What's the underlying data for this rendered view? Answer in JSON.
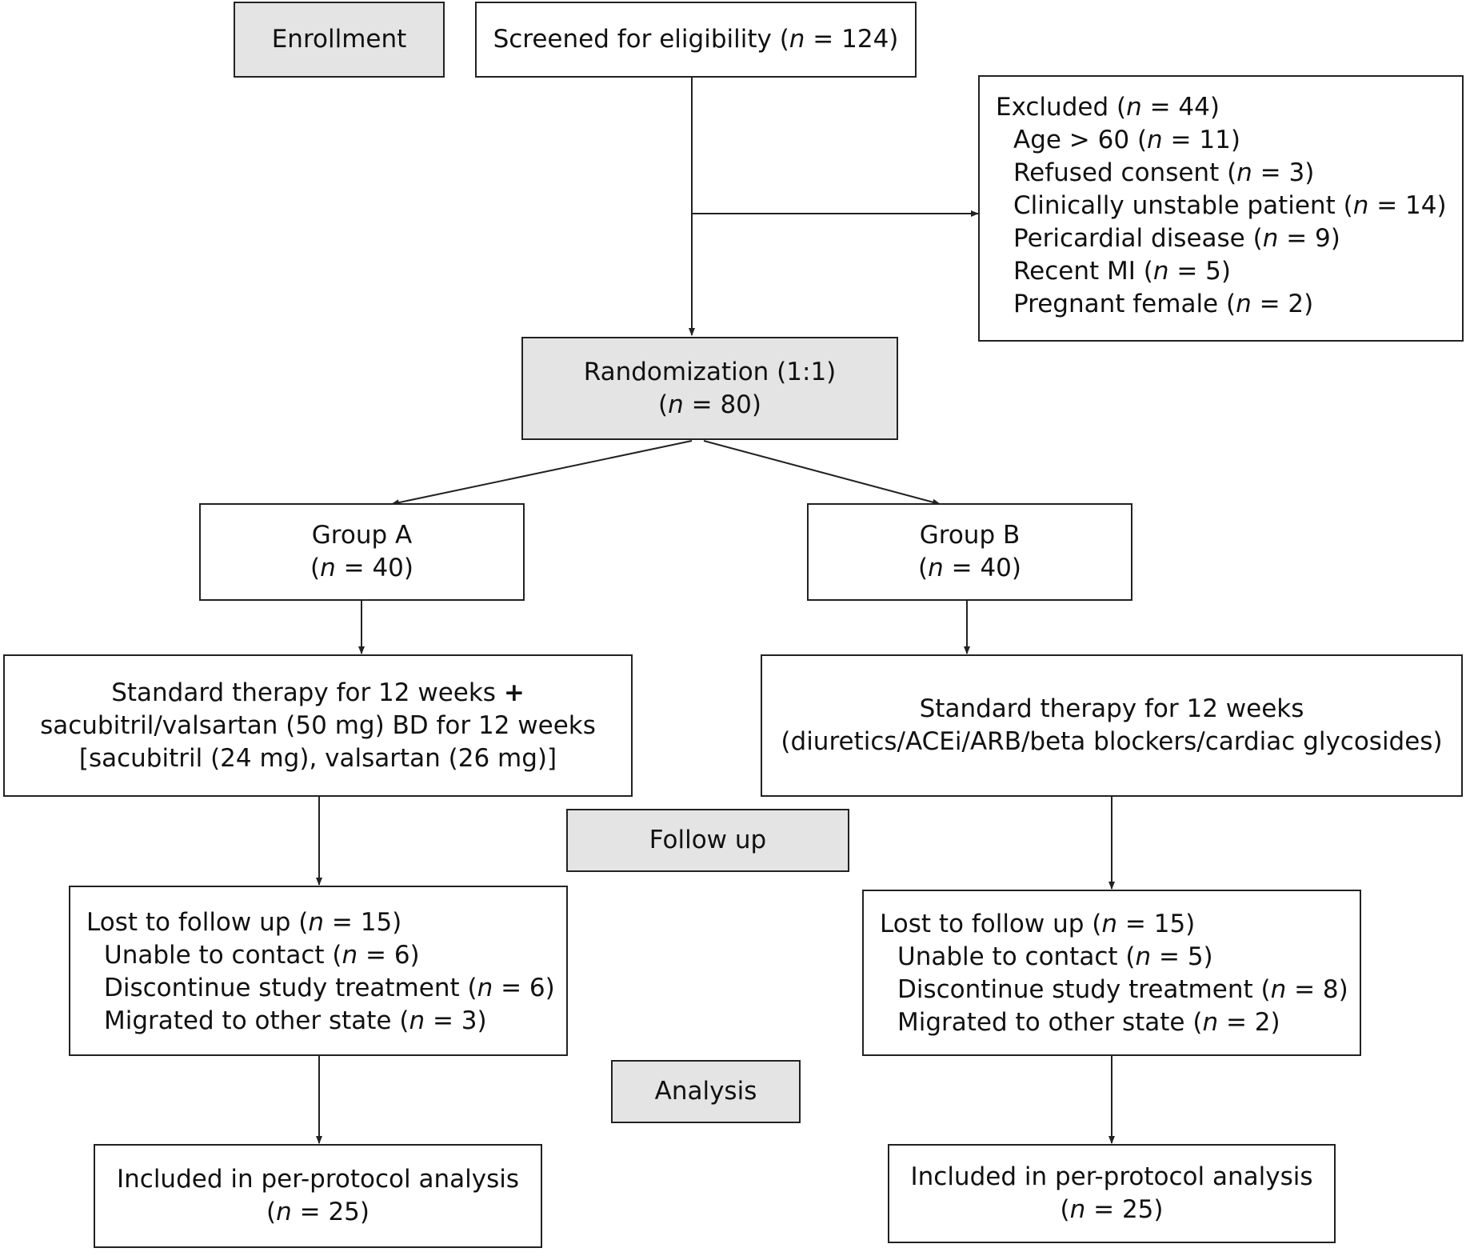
{
  "stages": {
    "enrollment": "Enrollment",
    "follow_up": "Follow up",
    "analysis": "Analysis"
  },
  "screened": {
    "text": "Screened for eligibility (",
    "n": "n",
    "value": " = 124)"
  },
  "excluded": {
    "header": {
      "text": "Excluded (",
      "n": "n",
      "value": " = 44)"
    },
    "items": [
      {
        "text": "Age > 60 (",
        "n": "n",
        "value": " = 11)"
      },
      {
        "text": "Refused consent (",
        "n": "n",
        "value": " = 3)"
      },
      {
        "text": "Clinically unstable patient (",
        "n": "n",
        "value": " = 14)"
      },
      {
        "text": "Pericardial disease (",
        "n": "n",
        "value": " = 9)"
      },
      {
        "text": "Recent MI (",
        "n": "n",
        "value": " = 5)"
      },
      {
        "text": "Pregnant female (",
        "n": "n",
        "value": " = 2)"
      }
    ]
  },
  "randomization": {
    "title": "Randomization (1:1)",
    "count": {
      "text": "(",
      "n": "n",
      "value": " = 80)"
    }
  },
  "group_a": {
    "title": "Group A",
    "count": {
      "text": "(",
      "n": "n",
      "value": " = 40)"
    },
    "therapy": {
      "line1": "Standard therapy for 12 weeks",
      "plus": "+",
      "line2": "sacubitril/valsartan (50 mg) BD for 12 weeks",
      "line3": "[sacubitril (24 mg), valsartan (26 mg)]"
    },
    "lost": {
      "header": {
        "text": "Lost to follow up (",
        "n": "n",
        "value": " = 15)"
      },
      "items": [
        {
          "text": "Unable to contact (",
          "n": "n",
          "value": " = 6)"
        },
        {
          "text": "Discontinue study treatment (",
          "n": "n",
          "value": " = 6)"
        },
        {
          "text": "Migrated to other state (",
          "n": "n",
          "value": " = 3)"
        }
      ]
    },
    "analysis": {
      "title": "Included in per-protocol analysis",
      "count": {
        "text": "(",
        "n": "n",
        "value": " = 25)"
      }
    }
  },
  "group_b": {
    "title": "Group B",
    "count": {
      "text": "(",
      "n": "n",
      "value": " = 40)"
    },
    "therapy": {
      "line1": "Standard therapy for 12 weeks",
      "line2": "(diuretics/ACEi/ARB/beta blockers/cardiac glycosides)"
    },
    "lost": {
      "header": {
        "text": "Lost to follow up (",
        "n": "n",
        "value": " = 15)"
      },
      "items": [
        {
          "text": "Unable to contact (",
          "n": "n",
          "value": " = 5)"
        },
        {
          "text": "Discontinue study treatment (",
          "n": "n",
          "value": " = 8)"
        },
        {
          "text": "Migrated to other state (",
          "n": "n",
          "value": " = 2)"
        }
      ]
    },
    "analysis": {
      "title": "Included in per-protocol analysis",
      "count": {
        "text": "(",
        "n": "n",
        "value": " = 25)"
      }
    }
  }
}
